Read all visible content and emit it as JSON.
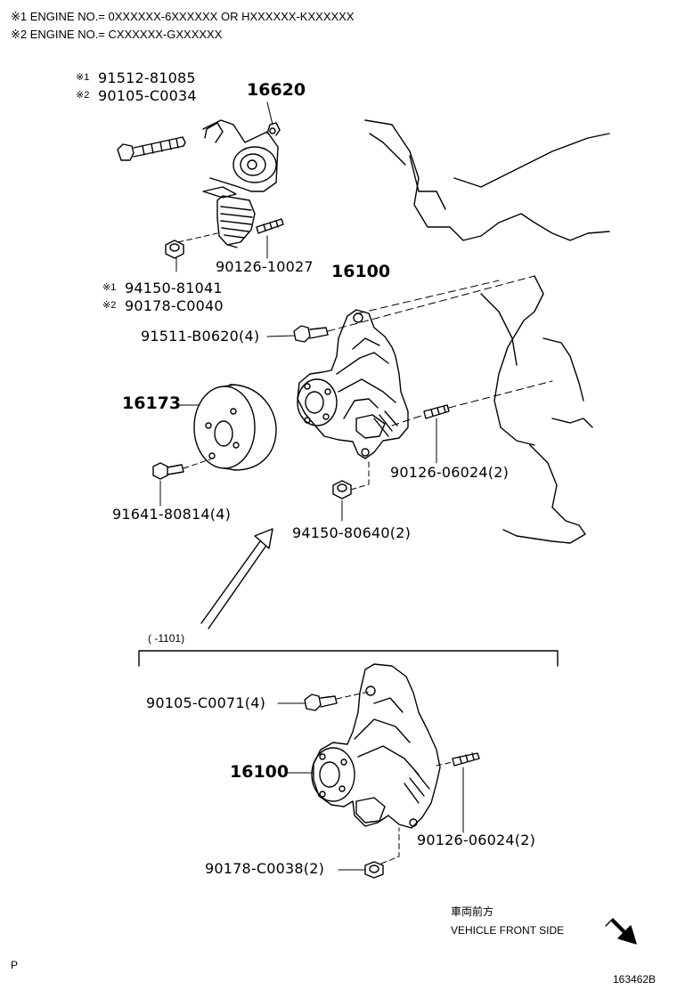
{
  "notes": {
    "n1": "※1 ENGINE NO.= 0XXXXXX-6XXXXXX OR HXXXXXX-KXXXXXX",
    "n2": "※2 ENGINE NO.= CXXXXXX-GXXXXXX"
  },
  "labels": {
    "bolt_a_1": "91512-81085",
    "bolt_a_2": "90105-C0034",
    "mark1": "※1",
    "mark2": "※2",
    "tensioner": "16620",
    "stud_a": "90126-10027",
    "nut_a_1": "94150-81041",
    "nut_a_2": "90178-C0040",
    "pump_top": "16100",
    "bolt_b": "91511-B0620(4)",
    "pulley": "16173",
    "stud_b": "90126-06024(2)",
    "bolt_pulley": "91641-80814(4)",
    "nut_b": "94150-80640(2)",
    "range": "(        -1101)",
    "bolt_c": "90105-C0071(4)",
    "pump_bottom": "16100",
    "stud_c": "90126-06024(2)",
    "nut_c": "90178-C0038(2)",
    "front_jp": "車両前方",
    "front_en": "VEHICLE FRONT SIDE",
    "corner_p": "P",
    "ref_no": "163462B"
  }
}
